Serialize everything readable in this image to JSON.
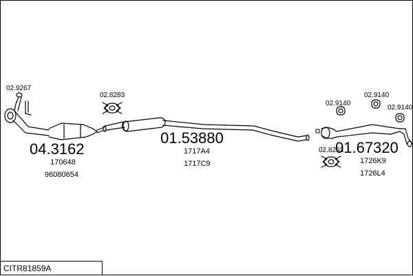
{
  "diagram_code": "CITR81859A",
  "groups": {
    "front": {
      "part_number": "04.3162",
      "refs": [
        "170648",
        "96080654"
      ]
    },
    "middle": {
      "part_number": "01.53880",
      "refs": [
        "1717A4",
        "1717C9"
      ]
    },
    "rear": {
      "part_number": "01.67320",
      "refs": [
        "1726K9",
        "1726L4"
      ]
    }
  },
  "accessories": {
    "clamp_front": "02.9267",
    "rubber_mid": "02.8283",
    "rubber_rear": "02.8283",
    "ring_a": "02.9140",
    "ring_b": "02.9140",
    "ring_c": "02.9140"
  },
  "colors": {
    "line": "#000000",
    "background": "#ffffff"
  }
}
